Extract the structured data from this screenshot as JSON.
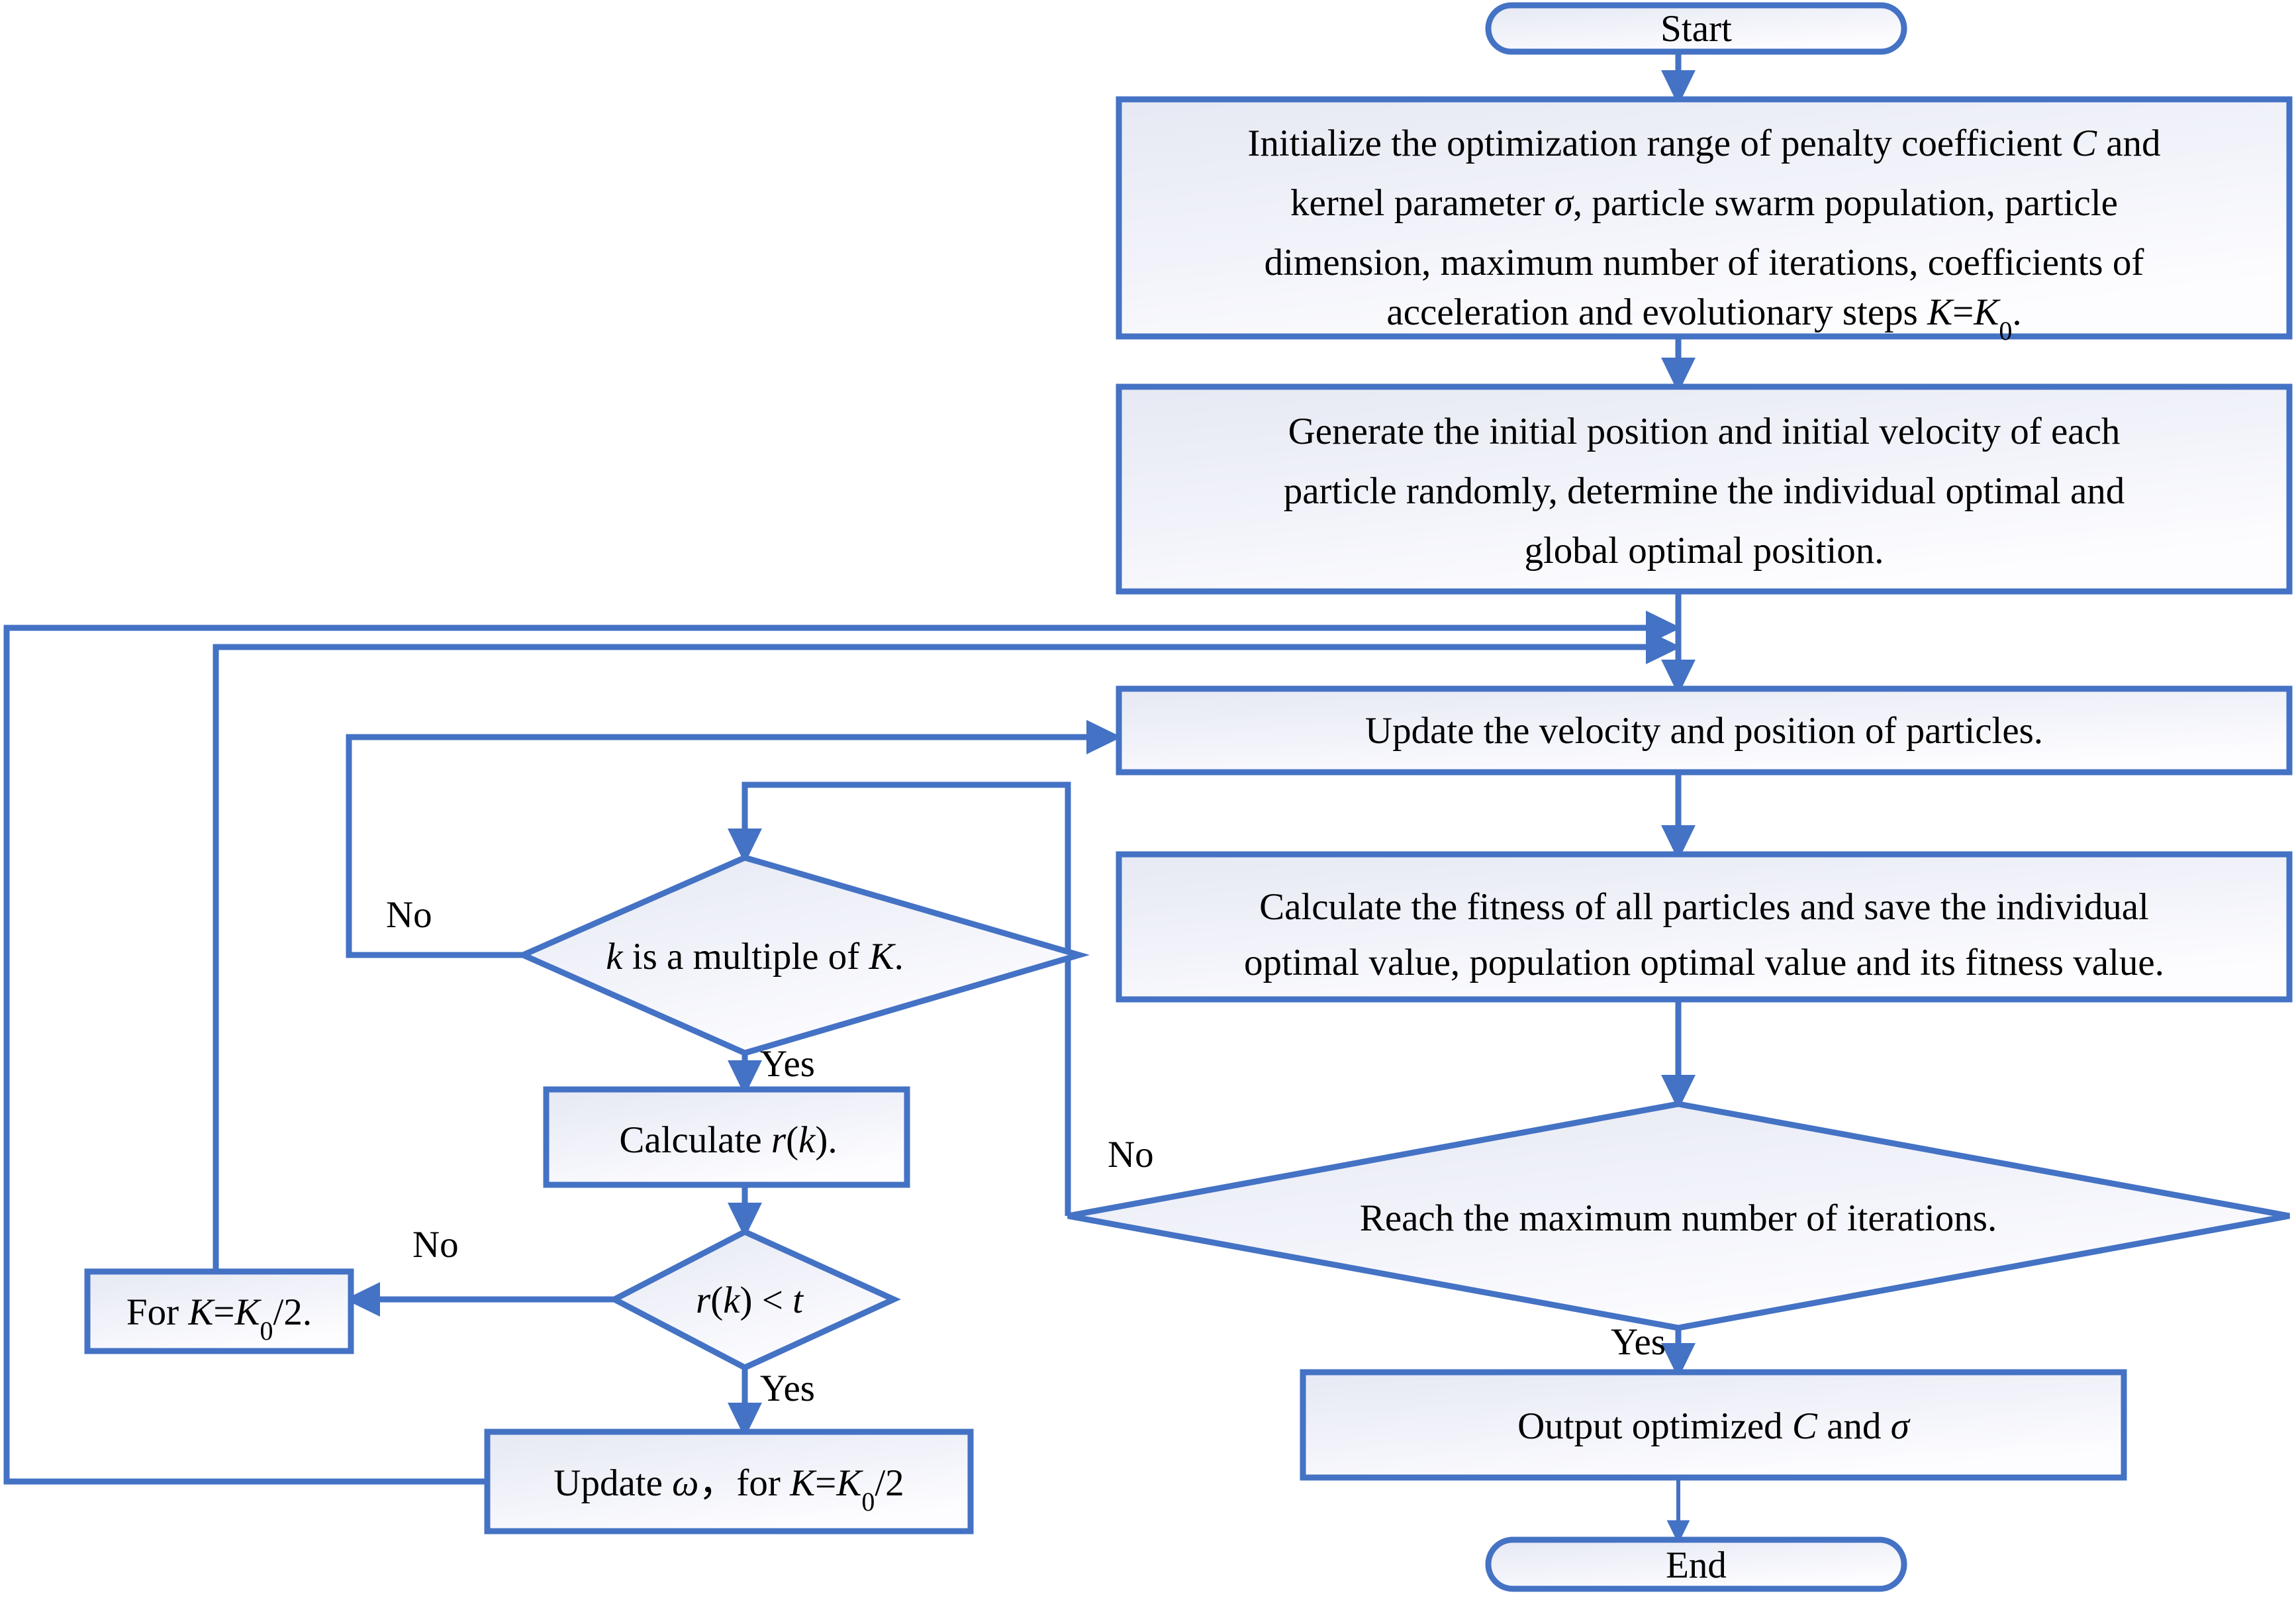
{
  "diagram": {
    "title": "PSO-SVM parameter optimization flowchart",
    "type": "flowchart",
    "colors": {
      "stroke": "#4472c4",
      "fill_top": "#e8eaf4",
      "fill_bottom": "#fdfdff",
      "text": "#000000"
    }
  },
  "nodes": {
    "start": {
      "shape": "terminator",
      "label": "Start"
    },
    "initialize": {
      "shape": "process",
      "lines": [
        "Initialize the optimization range of penalty coefficient C and",
        "kernel parameter σ, particle swarm  population, particle",
        "dimension, maximum number of iterations, coefficients of",
        "acceleration and evolutionary steps K=K0."
      ]
    },
    "generate": {
      "shape": "process",
      "lines": [
        "Generate the initial position and initial velocity of each",
        "particle randomly, determine the individual optimal and",
        "global optimal position."
      ]
    },
    "update_velocity": {
      "shape": "process",
      "lines": [
        "Update the velocity and position of particles."
      ]
    },
    "calculate_fitness": {
      "shape": "process",
      "lines": [
        "Calculate the fitness of all particles and save the individual",
        "optimal value, population optimal value and its fitness value."
      ]
    },
    "reach_max": {
      "shape": "decision",
      "label": "Reach the maximum number of iterations."
    },
    "output": {
      "shape": "process",
      "lines": [
        "Output optimized C and  σ"
      ]
    },
    "end": {
      "shape": "terminator",
      "label": "End"
    },
    "k_multiple": {
      "shape": "decision",
      "label": "k is a multiple of K."
    },
    "calculate_rk": {
      "shape": "process",
      "lines": [
        "Calculate r(k)."
      ]
    },
    "rk_lt_t": {
      "shape": "decision",
      "label": "r(k) < t"
    },
    "for_k": {
      "shape": "process",
      "lines": [
        "For K=K0/2."
      ]
    },
    "update_omega": {
      "shape": "process",
      "lines": [
        "Update ω，for K=K0/2"
      ]
    }
  },
  "edge_labels": {
    "k_multiple_no": "No",
    "k_multiple_yes": "Yes",
    "rk_no": "No",
    "rk_yes": "Yes",
    "reach_max_no": "No",
    "reach_max_yes": "Yes"
  }
}
